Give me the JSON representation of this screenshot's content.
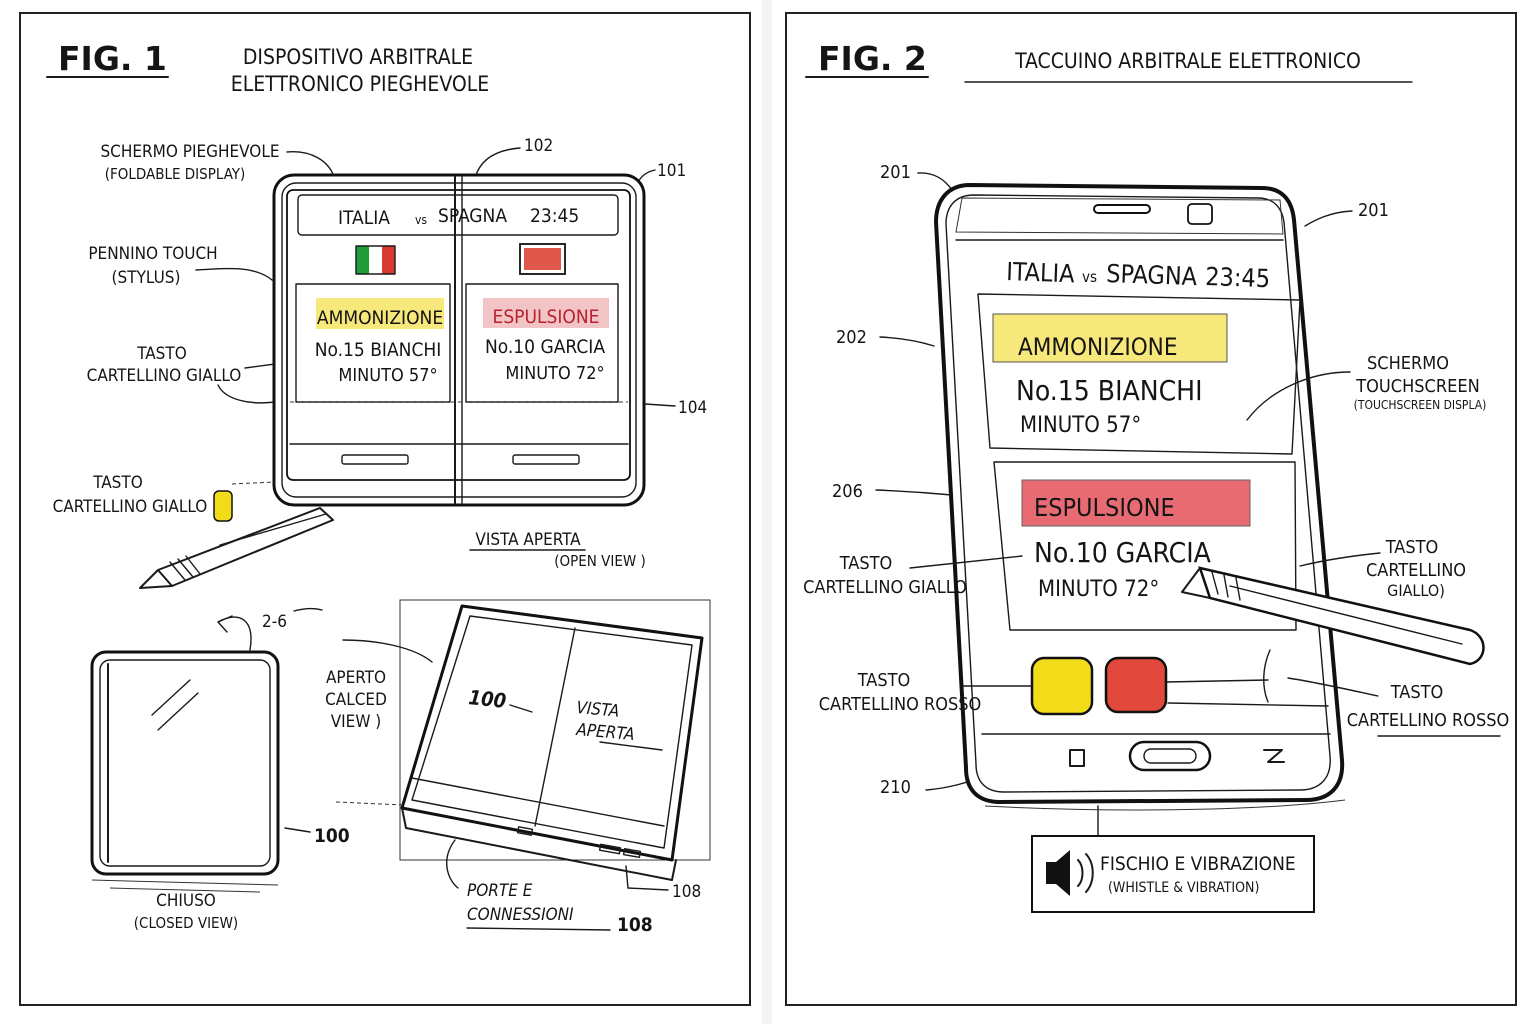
{
  "fig1": {
    "fig_label": "FIG. 1",
    "title_line1": "DISPOSITIVO ARBITRALE",
    "title_line2": "ELETTRONICO PIEGHEVOLE",
    "callout_display_it": "SCHERMO PIEGHEVOLE",
    "callout_display_en": "(FOLDABLE DISPLAY)",
    "callout_stylus_it": "PENNINO TOUCH",
    "callout_stylus_en": "(STYLUS)",
    "callout_yellow1_a": "TASTO",
    "callout_yellow1_b": "CARTELLINO GIALLO",
    "callout_yellow2_a": "TASTO",
    "callout_yellow2_b": "CARTELLINO GIALLO",
    "ref_102": "102",
    "ref_101": "101",
    "ref_104": "104",
    "ref_26": "2-6",
    "ref_100_closed": "100",
    "ref_100_open": "100",
    "ref_108_a": "108",
    "ref_108_b": "108",
    "screen": {
      "home": "ITALIA",
      "vs": "vs",
      "away": "SPAGNA",
      "time": "23:45",
      "left_card_label": "AMMONIZIONE",
      "left_player": "No.15 BIANCHI",
      "left_minute": "MINUTO 57°",
      "right_card_label": "ESPULSIONE",
      "right_player": "No.10 GARCIA",
      "right_minute": "MINUTO 72°"
    },
    "open_view_it": "VISTA APERTA",
    "open_view_en": "(OPEN VIEW )",
    "closed_it": "CHIUSO",
    "closed_en": "(CLOSED VIEW)",
    "apert_line1": "APERTO",
    "apert_line2": "CALCED",
    "apert_line3": "VIEW )",
    "open_panel_line1": "VISTA",
    "open_panel_line2": "APERTA",
    "ports_line1": "PORTE E",
    "ports_line2": "CONNESSIONI"
  },
  "fig2": {
    "fig_label": "FIG. 2",
    "title": "TACCUINO ARBITRALE ELETTRONICO",
    "ref_201_left": "201",
    "ref_201_right": "201",
    "ref_202": "202",
    "ref_206": "206",
    "ref_210": "210",
    "screen": {
      "home": "ITALIA",
      "vs": "vs",
      "away": "SPAGNA",
      "time": "23:45",
      "card1_label": "AMMONIZIONE",
      "card1_player": "No.15 BIANCHI",
      "card1_minute": "MINUTO 57°",
      "card2_label": "ESPULSIONE",
      "card2_player": "No.10 GARCIA",
      "card2_minute": "MINUTO 72°"
    },
    "callout_touch_1": "SCHERMO",
    "callout_touch_2": "TOUCHSCREEN",
    "callout_touch_3": "(TOUCHSCREEN DISPLA)",
    "callout_left_yellow_a": "TASTO",
    "callout_left_yellow_b": "CARTELLINO GIALLO",
    "callout_right_yellow_a": "TASTO",
    "callout_right_yellow_b": "CARTELLINO",
    "callout_right_yellow_c": "GIALLO)",
    "callout_left_red_a": "TASTO",
    "callout_left_red_b": "CARTELLINO ROSSO",
    "callout_right_red_a": "TASTO",
    "callout_right_red_b": "CARTELLINO ROSSO",
    "whistle_title": "FISCHIO E VIBRAZIONE",
    "whistle_sub": "(WHISTLE & VIBRATION)"
  },
  "colors": {
    "yellow_card": "#f6e87a",
    "red_card": "#e86b74",
    "yellow_button": "#f2dc1a",
    "red_button": "#e0493c",
    "flag_green": "#1f9d3a",
    "flag_red": "#d93a2f",
    "ink": "#1a1a1a"
  },
  "icons": [
    "stylus-icon",
    "flag-italy-icon",
    "flag-spain-icon",
    "speaker-vibration-icon",
    "home-button-icon"
  ]
}
